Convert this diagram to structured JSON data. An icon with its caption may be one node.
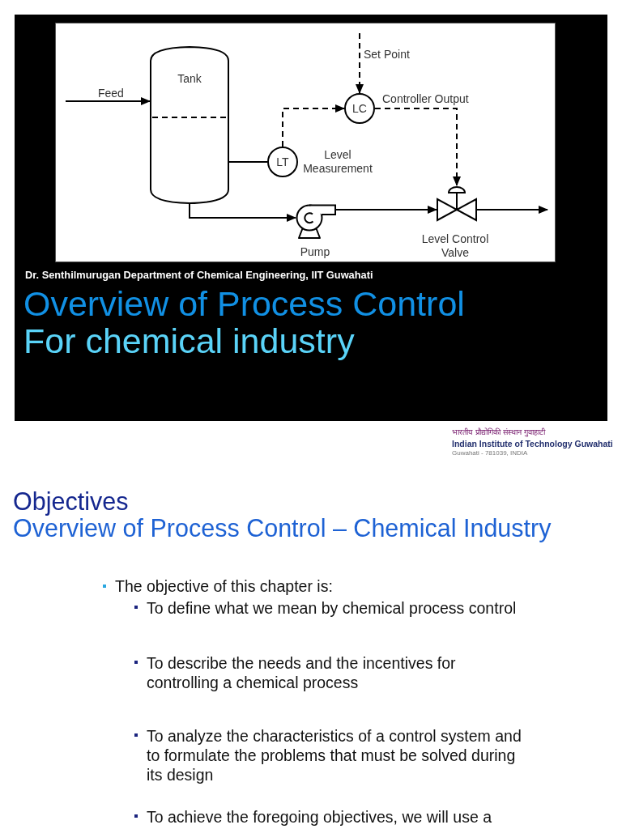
{
  "diagram": {
    "nodes": [
      {
        "text": [
          "Tank"
        ]
      },
      {
        "text": [
          "LT"
        ],
        "beside": [
          "Level Measurement"
        ]
      },
      {
        "text": [
          "LC"
        ]
      },
      {
        "text": [],
        "shape": "pump",
        "beside": [
          "Pump"
        ]
      },
      {
        "text": [],
        "shape": "valve",
        "beside": [
          "Level Control Valve"
        ]
      }
    ],
    "edges": [
      {
        "from": null,
        "to": 0,
        "arrow": "to",
        "label": "Feed"
      },
      {
        "from": 0,
        "to": 1,
        "arrow": "none"
      },
      {
        "from": 1,
        "to": 2,
        "arrow": "to",
        "style": "dashed"
      },
      {
        "from": null,
        "to": 2,
        "arrow": "to",
        "label": "Set Point",
        "style": "dashed"
      },
      {
        "from": 2,
        "to": 4,
        "arrow": "to",
        "label": "Controller Output",
        "style": "dashed"
      },
      {
        "from": 0,
        "to": 3,
        "arrow": "to"
      },
      {
        "from": 3,
        "to": 4,
        "arrow": "to"
      },
      {
        "from": 4,
        "to": null,
        "arrow": "to"
      }
    ],
    "labels": [
      "Dr. Senthilmurugan Department of Chemical Engineering, IIT Guwahati",
      "Overview of Process Control",
      "For chemical industry",
      "भारतीय प्रौद्योगिकी संस्थान गुवाहाटी",
      "Indian Institute of Technology Guwahati",
      "Guwahati - 781039, INDIA",
      "Objectives",
      "Overview of Process Control – Chemical Industry",
      "The objective of this chapter is:",
      "To define what we mean by chemical process control",
      "To describe the needs and the incentives for controlling a chemical process",
      "To analyze the characteristics of a control system and to formulate the problems that must be solved during its design",
      "To achieve the foregoing objectives, we will use a"
    ]
  }
}
